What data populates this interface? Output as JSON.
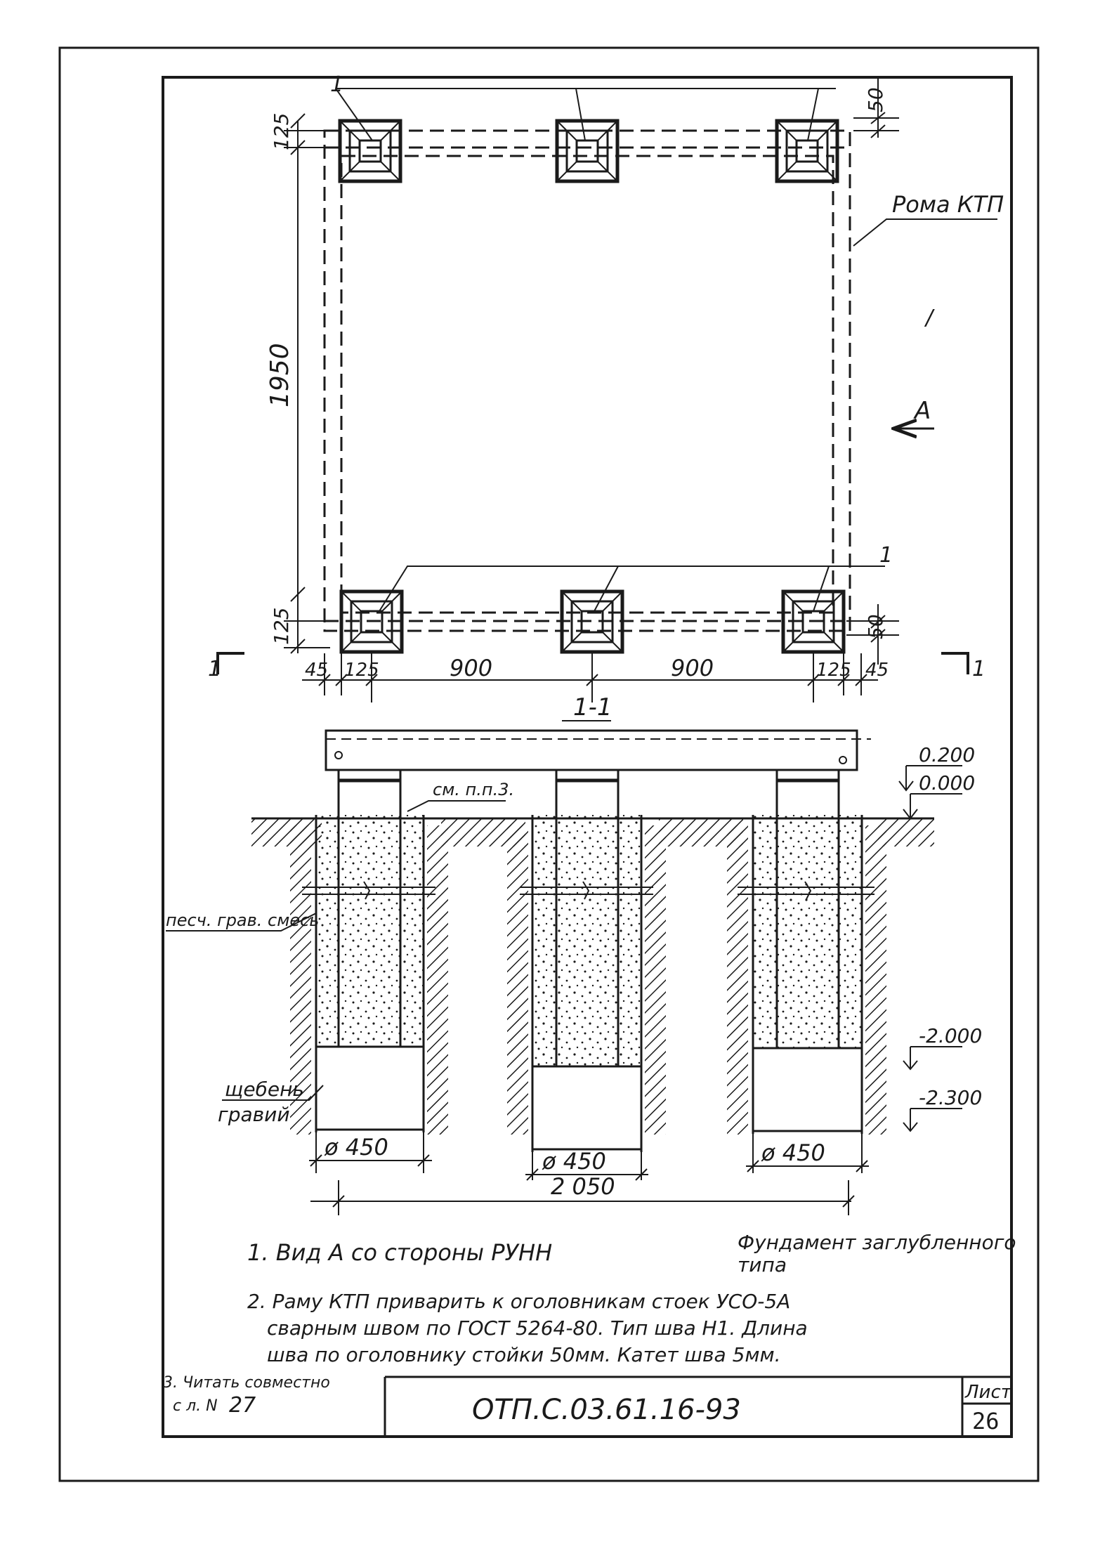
{
  "plan": {
    "label_frame": "Рома КТП",
    "label_pos1": "1",
    "label_pos1_b": "1",
    "label_pos_mark": "/",
    "view_arrow": "A",
    "dim_50_top": "50",
    "dim_125_top": "125",
    "dim_1950": "1950",
    "dim_125_bottom": "125",
    "dim_50_bottom": "50",
    "dim_45_left": "45",
    "dim_125_left": "125",
    "dim_900_a": "900",
    "dim_900_b": "900",
    "dim_125_right": "125",
    "dim_45_right": "45",
    "section_mark_left": "1",
    "section_mark_right": "1"
  },
  "section": {
    "title": "1-1",
    "level_0200": "0.200",
    "level_0000": "0.000",
    "level_m2000": "-2.000",
    "level_m2300": "-2.300",
    "note_ref": "см. п.п.3.",
    "label_sand_gravel": "песч. грав. смесь",
    "label_crushed_1": "щебень",
    "label_crushed_2": "гравий",
    "dia_1": "ø 450",
    "dia_2": "ø 450",
    "dia_3": "ø 450",
    "dim_2050": "2 050"
  },
  "notes": {
    "note1": "1. Вид А  со  стороны   РУНН",
    "foundation_1": "Фундамент  заглубленного",
    "foundation_2": "типа",
    "note2_line1": "2. Раму  КТП  приварить  к  оголовникам  стоек  УСО-5А",
    "note2_line2": "сварным  швом  по  ГОСТ 5264-80. Тип  шва  Н1. Длина",
    "note2_line3": "шва  по  оголовнику  стойки  50мм. Катет  шва  5мм.",
    "note3_line1": "3. Читать  совместно",
    "note3_line2": "с  л. N",
    "note3_sig": "27"
  },
  "title_block": {
    "doc_code": "ОТП.С.03.61.16-93",
    "sheet_label": "Лист",
    "sheet_no": "26"
  }
}
